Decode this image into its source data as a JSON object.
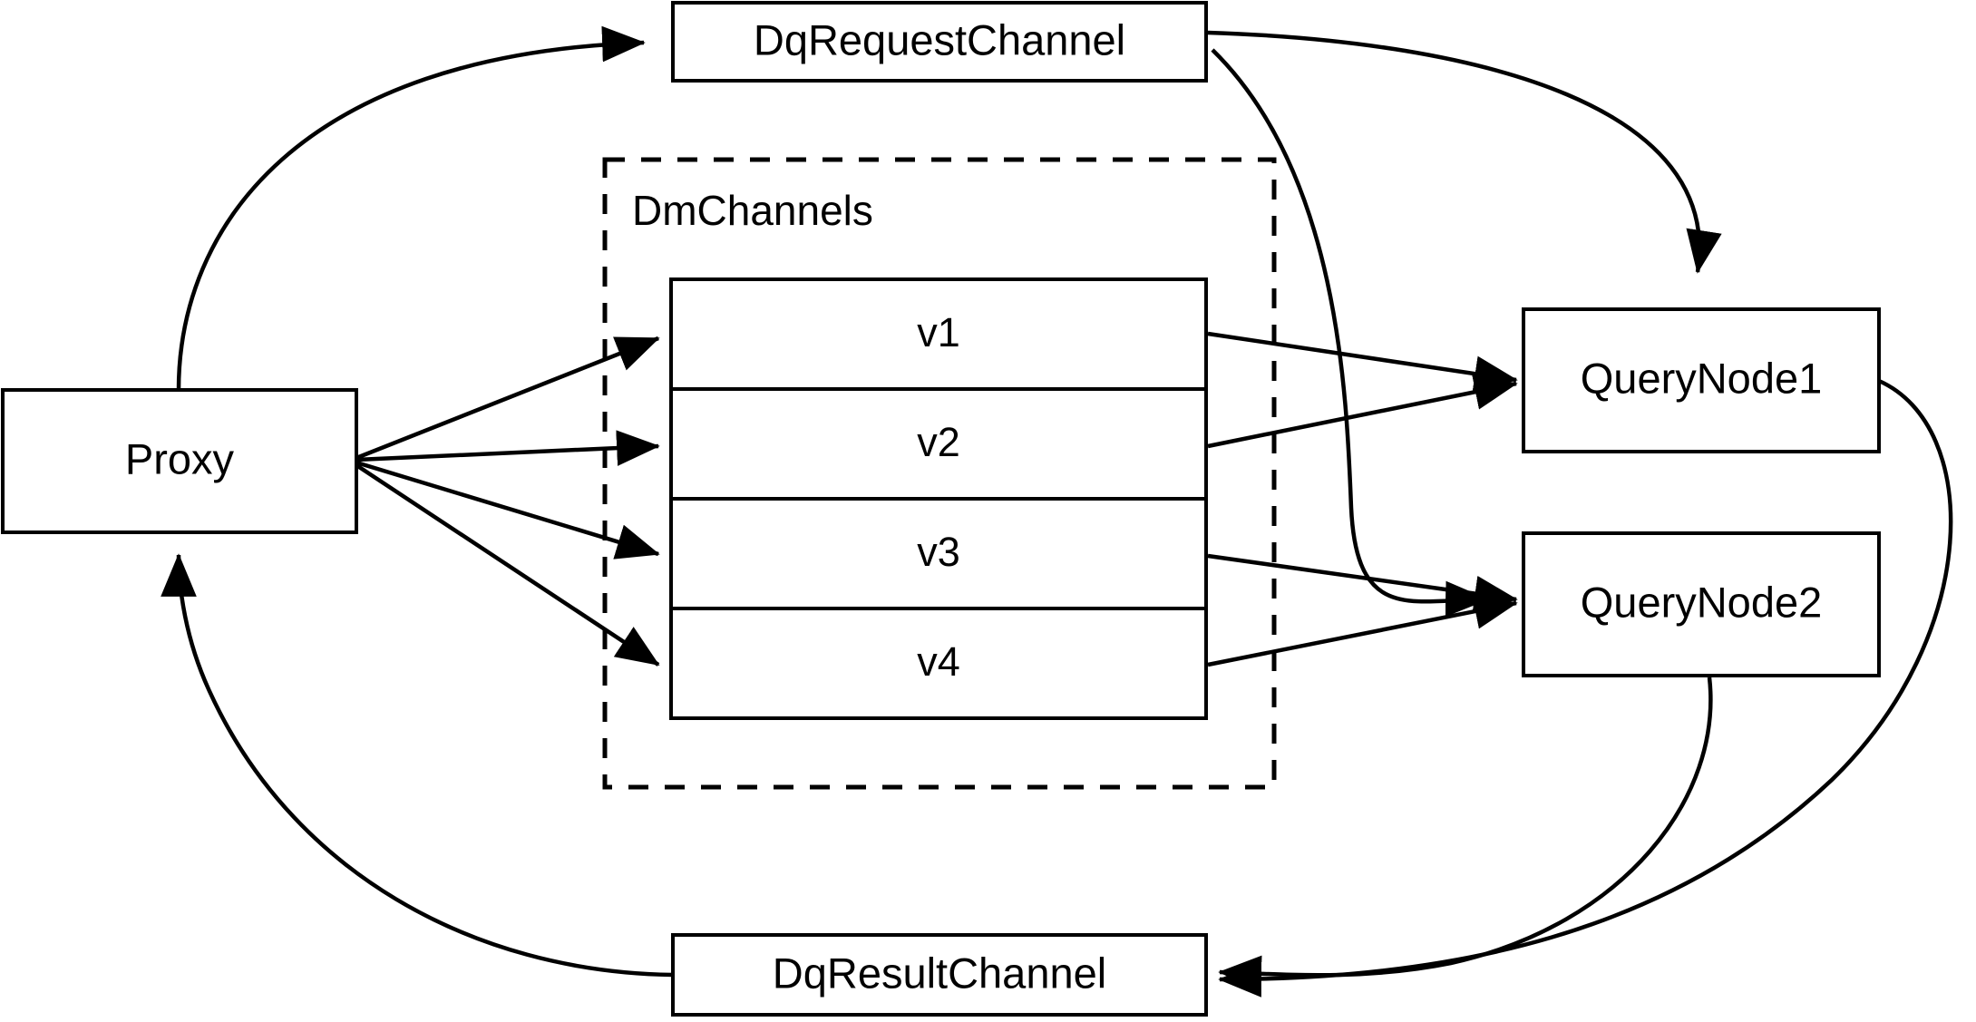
{
  "diagram": {
    "title": "Milvus distributed query channel flow",
    "background_color": "#ffffff",
    "stroke_color": "#000000",
    "nodes": {
      "proxy": {
        "label": "Proxy"
      },
      "dq_request_channel": {
        "label": "DqRequestChannel"
      },
      "dq_result_channel": {
        "label": "DqResultChannel"
      },
      "query_node_1": {
        "label": "QueryNode1"
      },
      "query_node_2": {
        "label": "QueryNode2"
      }
    },
    "group": {
      "label": "DmChannels",
      "style": "dashed"
    },
    "channel_rows": [
      {
        "label": "v1"
      },
      {
        "label": "v2"
      },
      {
        "label": "v3"
      },
      {
        "label": "v4"
      }
    ],
    "edges": [
      {
        "from": "Proxy",
        "to": "DqRequestChannel",
        "style": "curved",
        "arrow": "to"
      },
      {
        "from": "Proxy",
        "to": "v1",
        "style": "straight",
        "arrow": "to"
      },
      {
        "from": "Proxy",
        "to": "v2",
        "style": "straight",
        "arrow": "to"
      },
      {
        "from": "Proxy",
        "to": "v3",
        "style": "straight",
        "arrow": "to"
      },
      {
        "from": "Proxy",
        "to": "v4",
        "style": "straight",
        "arrow": "to"
      },
      {
        "from": "DqRequestChannel",
        "to": "QueryNode1",
        "style": "curved",
        "arrow": "to"
      },
      {
        "from": "DqRequestChannel",
        "to": "QueryNode2",
        "style": "curved",
        "arrow": "to"
      },
      {
        "from": "v1",
        "to": "QueryNode1",
        "style": "straight",
        "arrow": "to"
      },
      {
        "from": "v2",
        "to": "QueryNode1",
        "style": "straight",
        "arrow": "to"
      },
      {
        "from": "v3",
        "to": "QueryNode2",
        "style": "straight",
        "arrow": "to"
      },
      {
        "from": "v4",
        "to": "QueryNode2",
        "style": "straight",
        "arrow": "to"
      },
      {
        "from": "QueryNode1",
        "to": "DqResultChannel",
        "style": "curved",
        "arrow": "to"
      },
      {
        "from": "QueryNode2",
        "to": "DqResultChannel",
        "style": "curved",
        "arrow": "to"
      },
      {
        "from": "DqResultChannel",
        "to": "Proxy",
        "style": "curved",
        "arrow": "to"
      }
    ]
  }
}
